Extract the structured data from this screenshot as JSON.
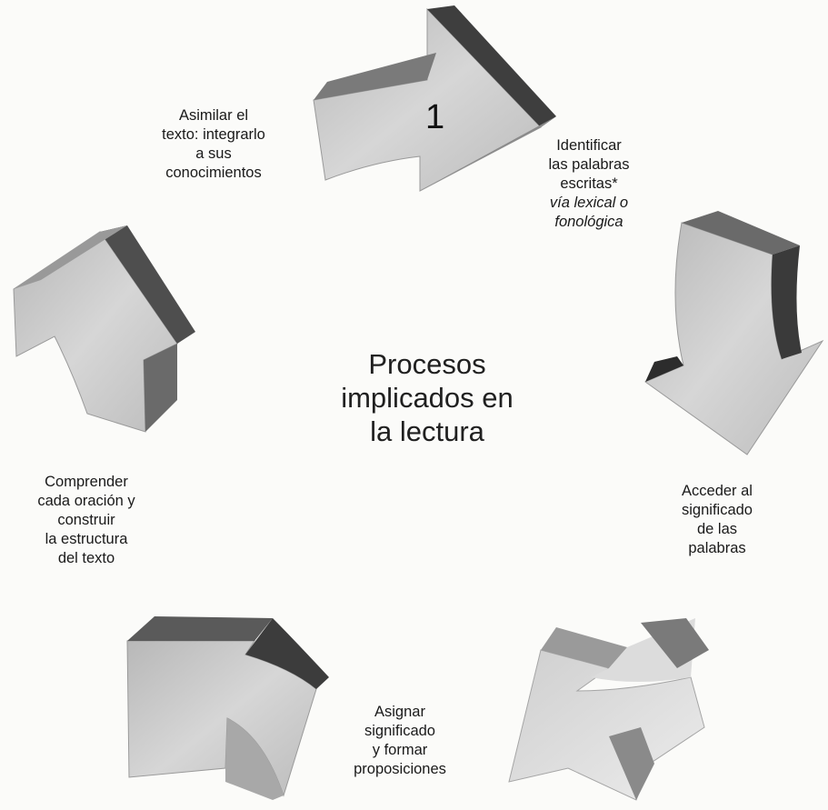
{
  "title": [
    "Procesos",
    "implicados en",
    "la lectura"
  ],
  "step_number": "1",
  "steps": {
    "identify": {
      "lines": [
        "Identificar",
        "las palabras",
        "escritas*"
      ],
      "italic_lines": [
        "vía lexical o",
        "fonológica"
      ]
    },
    "access": {
      "lines": [
        "Acceder al",
        "significado",
        "de las",
        "palabras"
      ]
    },
    "assign": {
      "lines": [
        "Asignar",
        "significado",
        "y formar",
        "proposiciones"
      ]
    },
    "comprehend": {
      "lines": [
        "Comprender",
        "cada oración y",
        "construir",
        "la estructura",
        "del texto"
      ]
    },
    "assimilate": {
      "lines": [
        "Asimilar el",
        "texto: integrarlo",
        "a sus",
        "conocimientos"
      ]
    }
  },
  "colors": {
    "arrow_face": "#c9c9c9",
    "arrow_side": "#8a8a8a",
    "arrow_dark": "#4a4a4a",
    "background": "#fbfbf9"
  }
}
